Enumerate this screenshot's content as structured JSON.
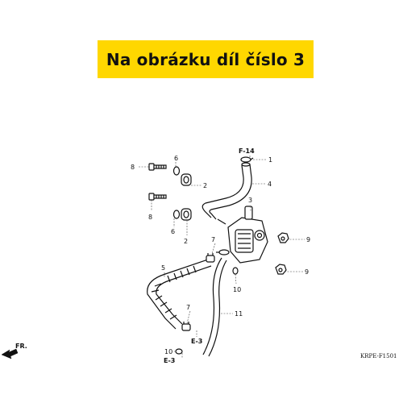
{
  "banner": {
    "text": "Na obrázku díl číslo 3"
  },
  "diagram": {
    "callouts": {
      "p1": "1",
      "p2a": "2",
      "p2b": "2",
      "p3": "3",
      "p4": "4",
      "p5": "5",
      "p6a": "6",
      "p6b": "6",
      "p7a": "7",
      "p7b": "7",
      "p8a": "8",
      "p8b": "8",
      "p9a": "9",
      "p9b": "9",
      "p10a": "10",
      "p10b": "10",
      "p11": "11"
    },
    "refs": {
      "f14": "F-14",
      "e3a": "E-3",
      "e3b": "E-3"
    },
    "direction": "FR.",
    "code": "KRPE-F1501"
  },
  "colors": {
    "banner_bg": "#ffd700",
    "ink": "#111111"
  }
}
